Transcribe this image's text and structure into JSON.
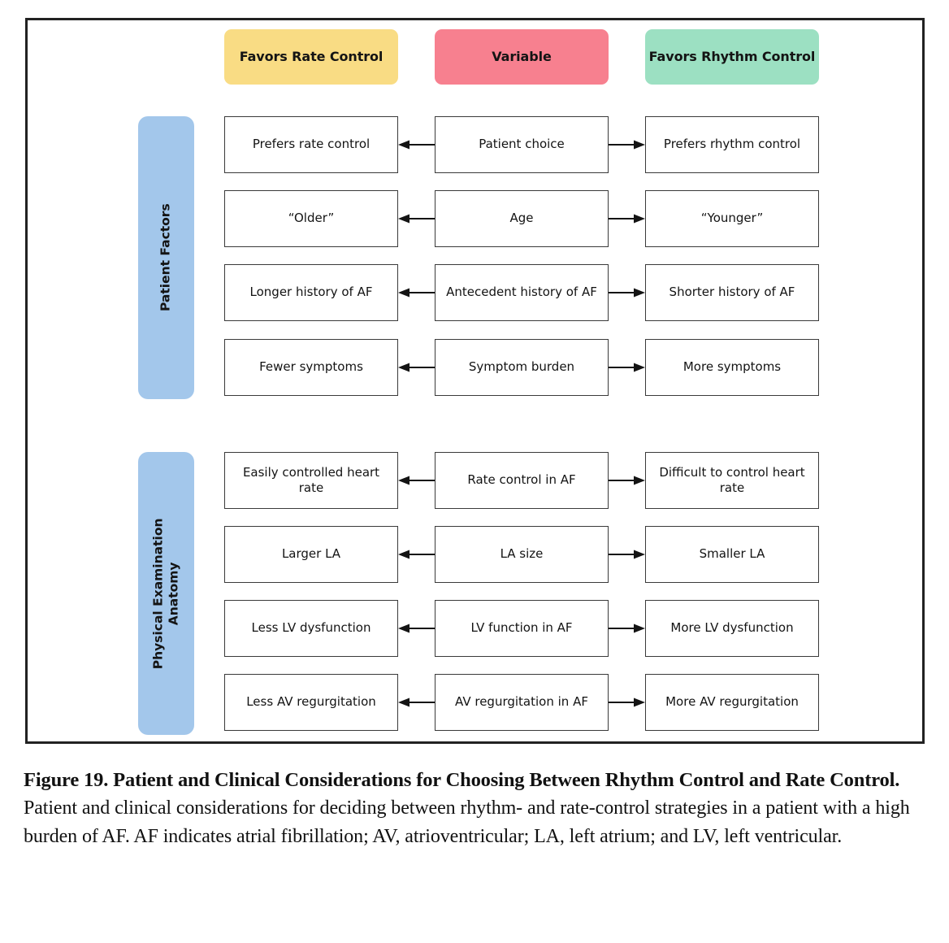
{
  "figure": {
    "headers": [
      {
        "id": "favors-rate-control",
        "label": "Favors Rate Control",
        "color": "#F9DC84"
      },
      {
        "id": "variable",
        "label": "Variable",
        "color": "#F7808F"
      },
      {
        "id": "favors-rhythm-control",
        "label": "Favors Rhythm Control",
        "color": "#9CE0C2"
      }
    ],
    "groups": [
      {
        "id": "patient-factors",
        "label": "Patient Factors",
        "color": "#A3C7EB",
        "rows": [
          {
            "left": "Prefers rate control",
            "variable": "Patient choice",
            "right": "Prefers rhythm control"
          },
          {
            "left": "“Older”",
            "variable": "Age",
            "right": "“Younger”"
          },
          {
            "left": "Longer history of AF",
            "variable": "Antecedent history of AF",
            "right": "Shorter history of AF"
          },
          {
            "left": "Fewer symptoms",
            "variable": "Symptom burden",
            "right": "More symptoms"
          }
        ]
      },
      {
        "id": "physical-examination-anatomy",
        "label": "Physical Examination Anatomy",
        "color": "#A3C7EB",
        "rows": [
          {
            "left": "Easily controlled heart rate",
            "variable": "Rate control in AF",
            "right": "Difficult to control heart rate"
          },
          {
            "left": "Larger LA",
            "variable": "LA size",
            "right": "Smaller LA"
          },
          {
            "left": "Less LV dysfunction",
            "variable": "LV function in AF",
            "right": "More LV dysfunction"
          },
          {
            "left": "Less AV regurgitation",
            "variable": "AV regurgitation in AF",
            "right": "More AV regurgitation"
          }
        ]
      }
    ]
  },
  "caption": {
    "title": "Figure 19. Patient and Clinical Considerations for Choosing Between Rhythm Control and Rate Control.",
    "body": "Patient and clinical considerations for deciding between rhythm- and rate-control strategies in a patient with a high burden of AF. AF indicates atrial fibrillation; AV, atrioventricular; LA, left atrium; and LV, left ventricular."
  }
}
